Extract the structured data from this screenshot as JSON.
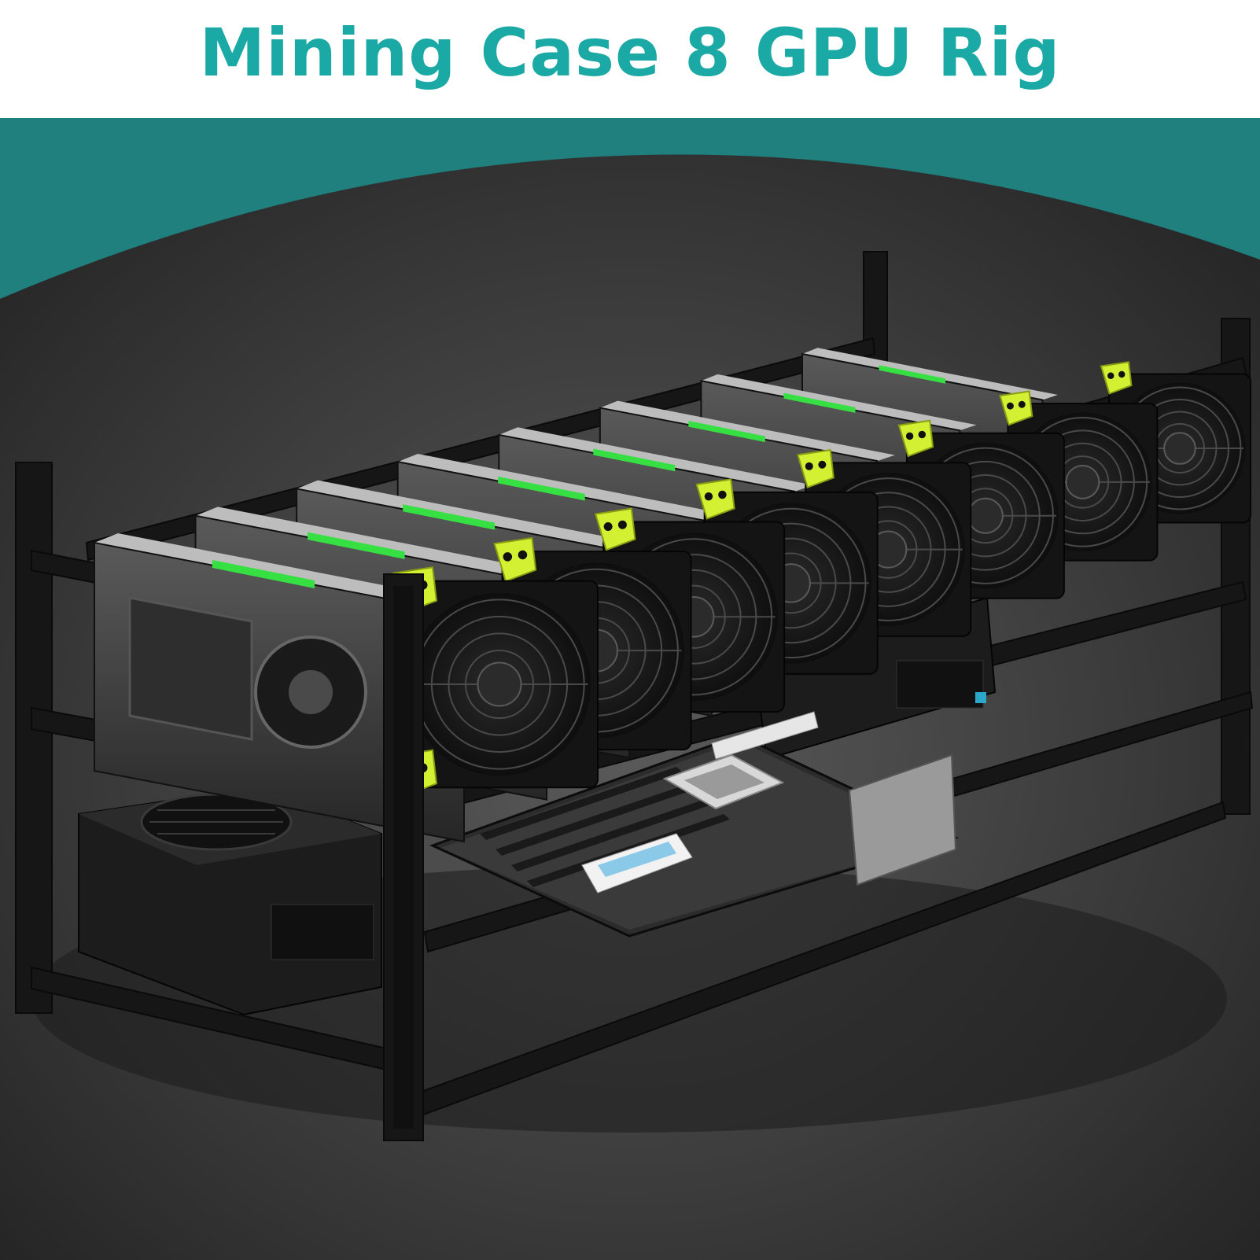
{
  "header": {
    "title": "Mining Case 8 GPU Rig"
  },
  "colors": {
    "title": "#1aa9a4",
    "arc": "#1f807e",
    "background_dark": "#2b2b2b",
    "frame": "#161616",
    "gpu_shroud": "#3a3a3a",
    "fan_bracket": "#d4f032",
    "gpu_accent": "#36e043"
  },
  "product": {
    "gpu_count": 8,
    "fan_count": 8
  }
}
